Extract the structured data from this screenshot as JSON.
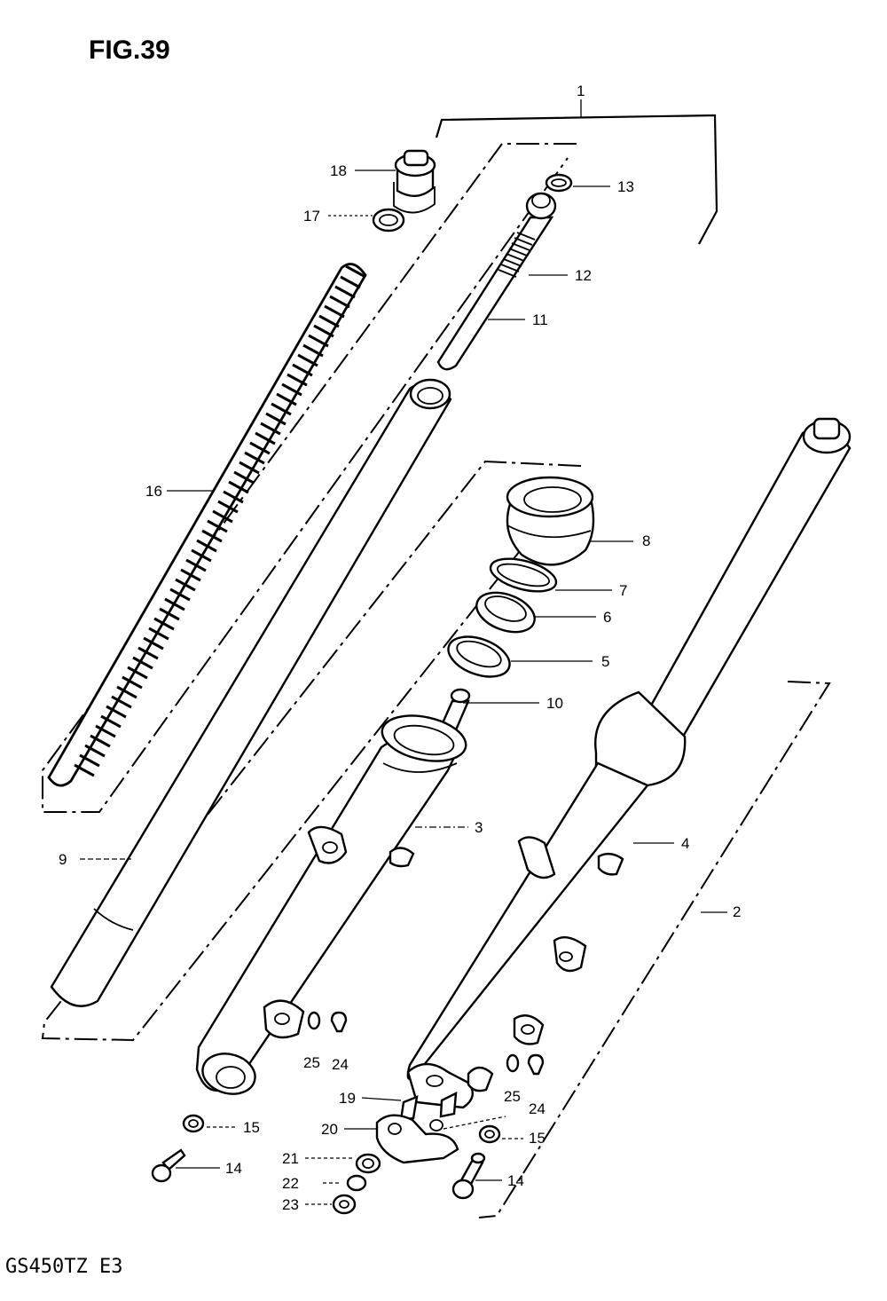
{
  "figure": {
    "title": "FIG.39",
    "model": "GS450TZ  E3"
  },
  "labels": {
    "p1": "1",
    "p2": "2",
    "p3": "3",
    "p4": "4",
    "p5": "5",
    "p6": "6",
    "p7": "7",
    "p8": "8",
    "p9": "9",
    "p10": "10",
    "p11": "11",
    "p12": "12",
    "p13": "13",
    "p14a": "14",
    "p14b": "14",
    "p15a": "15",
    "p15b": "15",
    "p16": "16",
    "p17": "17",
    "p18": "18",
    "p19": "19",
    "p20": "20",
    "p21": "21",
    "p22": "22",
    "p23": "23",
    "p24a": "24",
    "p24b": "24",
    "p25a": "25",
    "p25b": "25"
  }
}
